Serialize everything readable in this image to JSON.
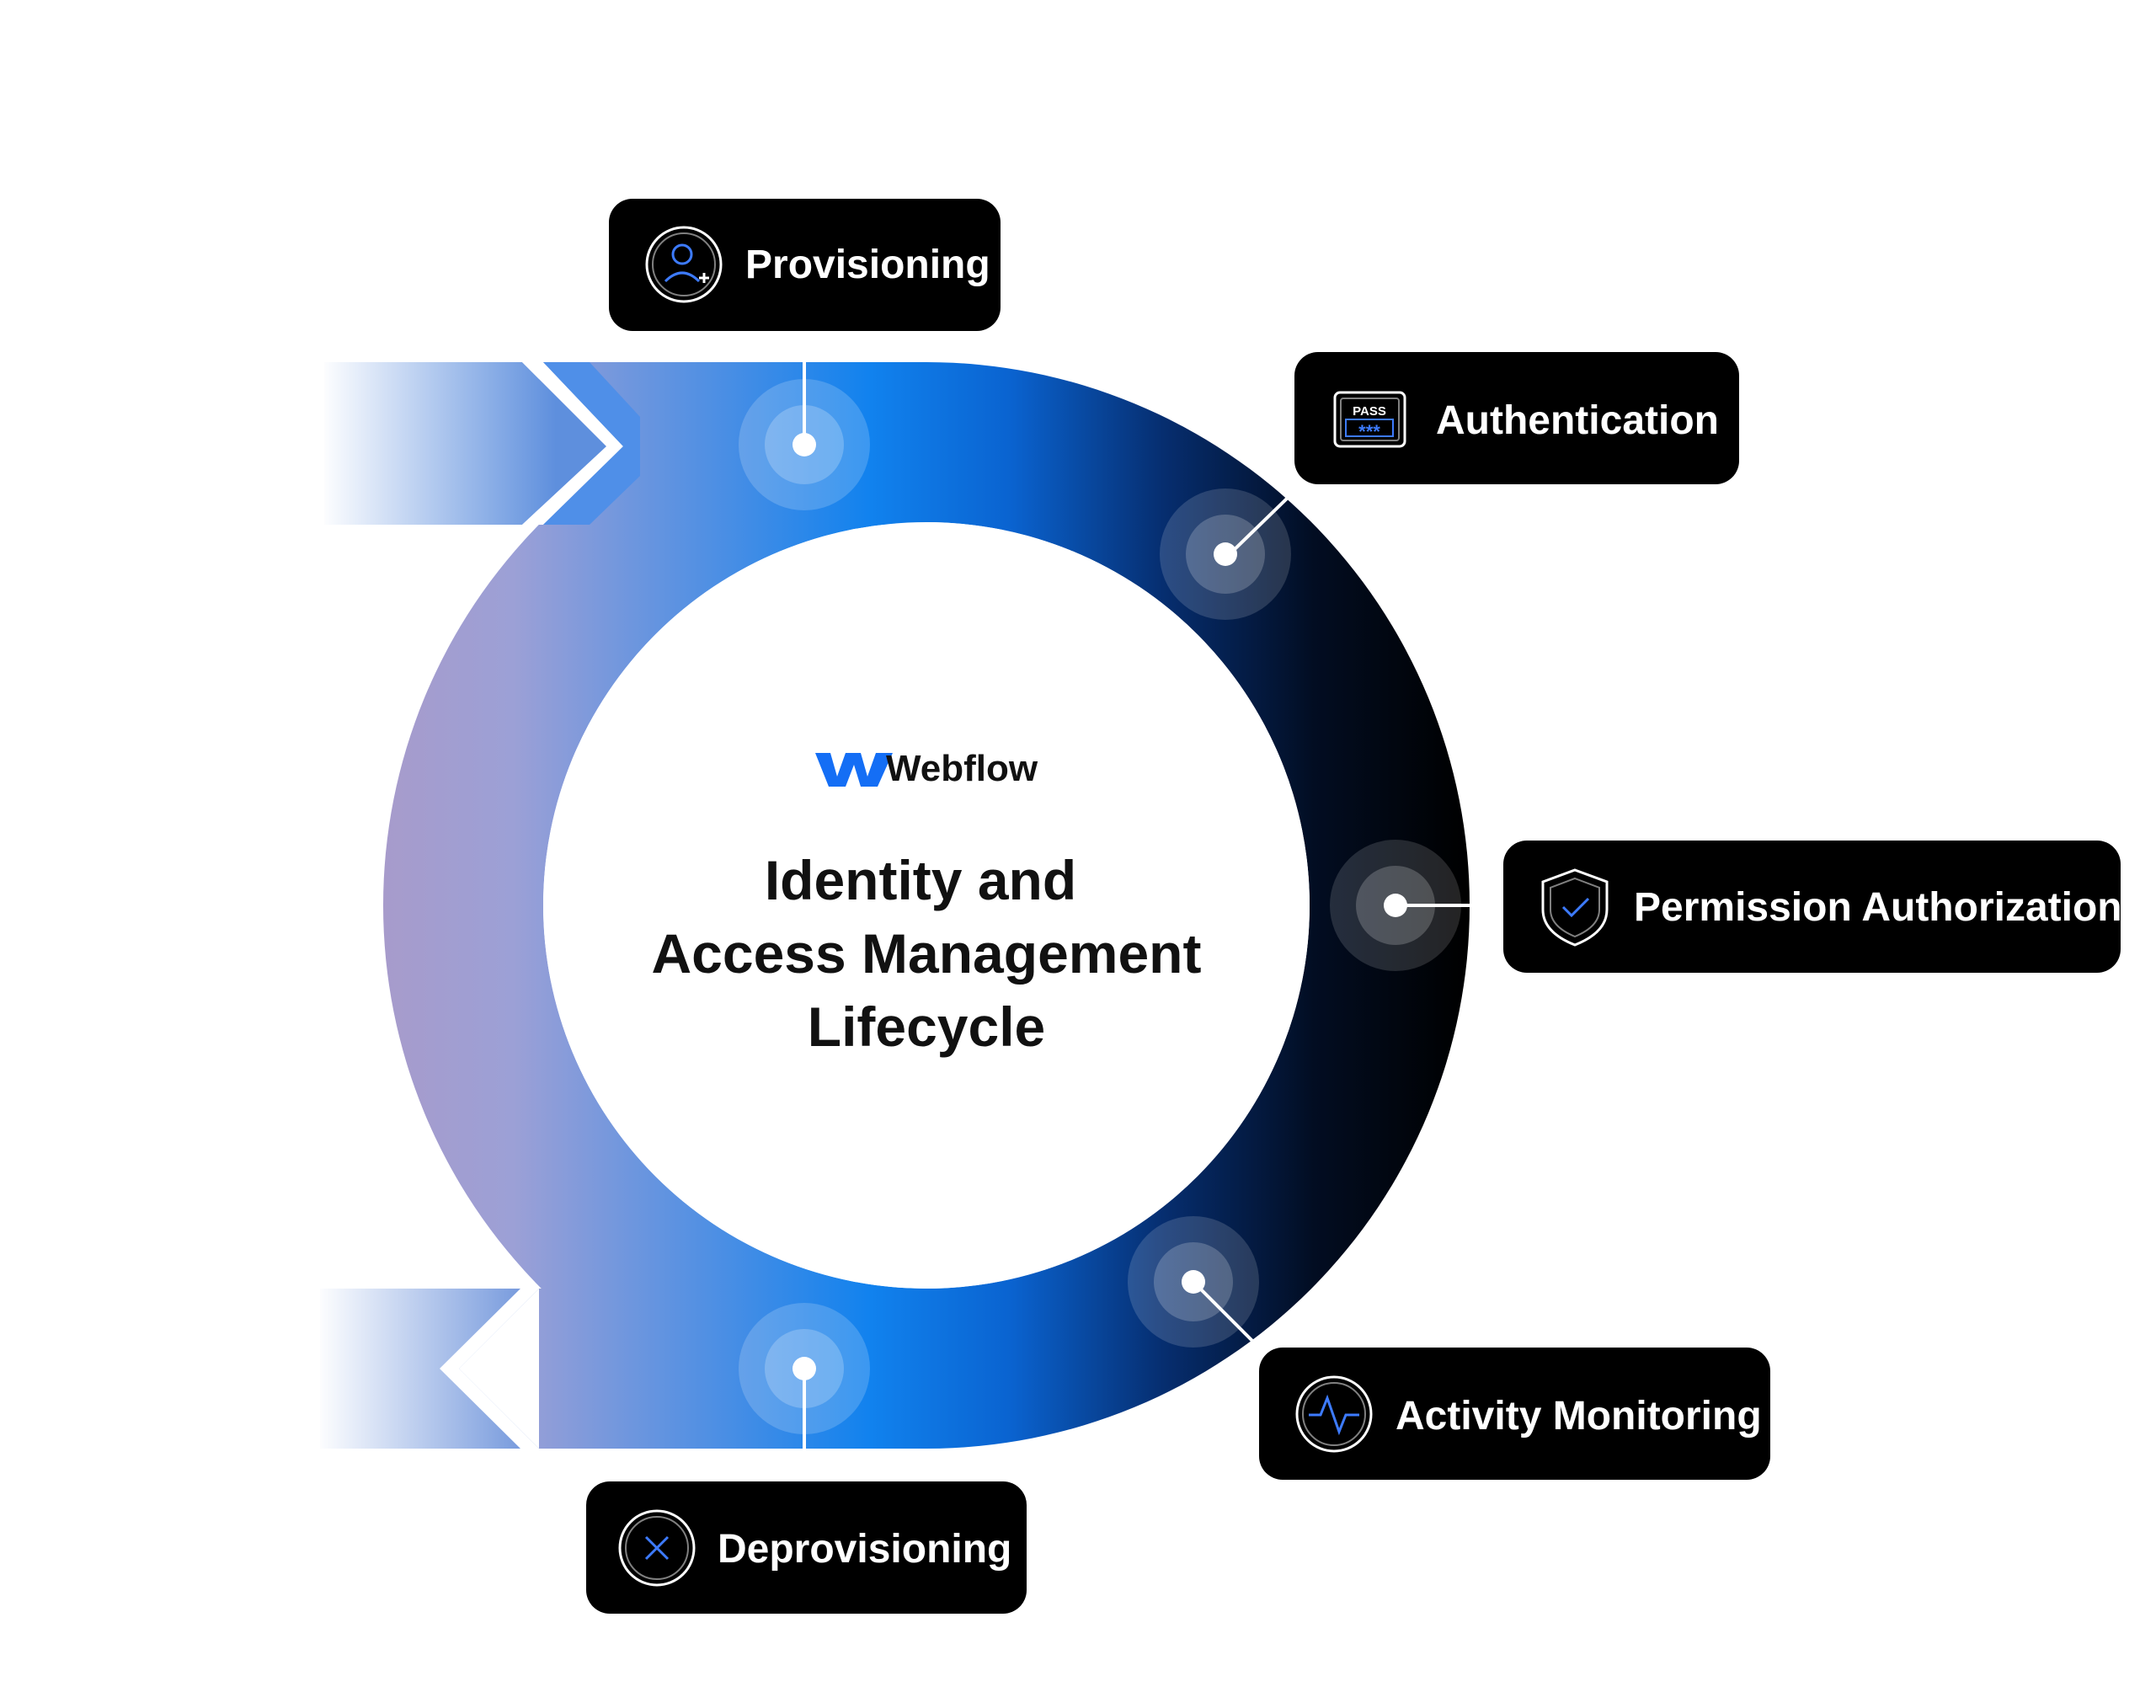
{
  "brand": {
    "name": "Webflow",
    "logo_color": "#146EF5"
  },
  "title": {
    "lines": [
      "Identity and",
      "Access Management",
      "Lifecycle"
    ]
  },
  "stages": [
    {
      "label": "Provisioning",
      "icon": "user-add-icon"
    },
    {
      "label": "Authentication",
      "icon": "password-card-icon"
    },
    {
      "label": "Permission Authorization",
      "icon": "shield-check-icon"
    },
    {
      "label": "Activity Monitoring",
      "icon": "pulse-icon"
    },
    {
      "label": "Deprovisioning",
      "icon": "close-circle-icon"
    }
  ],
  "icon_texts": {
    "pass": "PASS",
    "stars": "***"
  },
  "colors": {
    "label_bg": "#000000",
    "label_text": "#ffffff",
    "accent_blue": "#0A84F0",
    "deep_blue": "#0A2A6B",
    "lavender": "#A79BCB",
    "icon_accent": "#3D7BFF"
  }
}
